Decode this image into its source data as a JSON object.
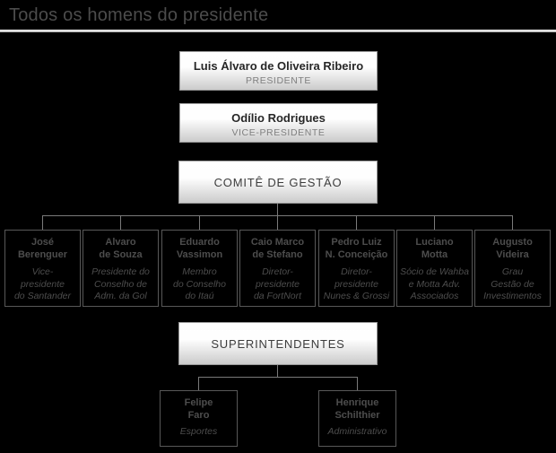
{
  "header": {
    "title": "Todos os homens do presidente"
  },
  "chart": {
    "president": {
      "name": "Luis Álvaro de Oliveira Ribeiro",
      "role": "PRESIDENTE"
    },
    "vice_president": {
      "name": "Odílio Rodrigues",
      "role": "VICE-PRESIDENTE"
    },
    "committee_label": "COMITÊ DE GESTÃO",
    "committee_members": [
      {
        "name": "José\nBerenguer",
        "role": "Vice-\npresidente\ndo Santander"
      },
      {
        "name": "Alvaro\nde Souza",
        "role": "Presidente do\nConselho de\nAdm. da Gol"
      },
      {
        "name": "Eduardo\nVassimon",
        "role": "Membro\ndo Conselho\ndo Itaú"
      },
      {
        "name": "Caio Marco\nde Stefano",
        "role": "Diretor-\npresidente\nda FortNort"
      },
      {
        "name": "Pedro Luiz\nN. Conceição",
        "role": "Diretor-\npresidente\nNunes & Grossi"
      },
      {
        "name": "Luciano\nMotta",
        "role": "Sócio de Wahba\ne Motta Adv.\nAssociados"
      },
      {
        "name": "Augusto\nVideira",
        "role": "Grau\nGestão de\nInvestimentos"
      }
    ],
    "superintendents_label": "SUPERINTENDENTES",
    "superintendents": [
      {
        "name": "Felipe\nFaro",
        "role": "Esportes"
      },
      {
        "name": "Henrique\nSchilthier",
        "role": "Administrativo"
      }
    ]
  },
  "colors": {
    "background": "#000000",
    "title_text": "#4c4c4c",
    "divider": "#d9d9d9",
    "light_box_top": "#ffffff",
    "light_box_bottom": "#cbcbcb",
    "light_box_border": "#9a9a9a",
    "dark_box_border": "#585858",
    "dark_box_text": "#4d4d4d",
    "connector": "#7a7a7a"
  }
}
